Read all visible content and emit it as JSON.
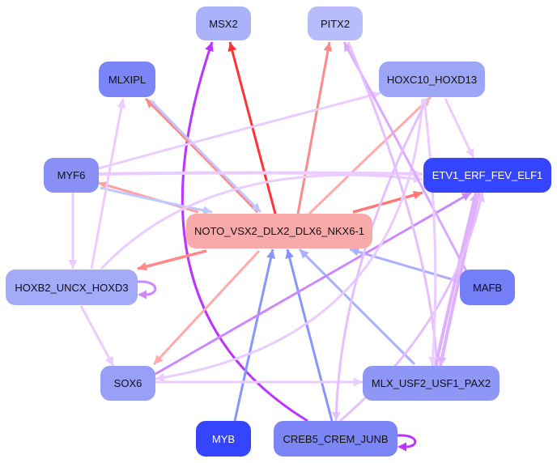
{
  "nodes": [
    {
      "id": "MSX2",
      "label": "MSX2",
      "color": "#aab2fa"
    },
    {
      "id": "PITX2",
      "label": "PITX2",
      "color": "#b8bcfb"
    },
    {
      "id": "MLXIPL",
      "label": "MLXIPL",
      "color": "#7b85f7"
    },
    {
      "id": "HOXC10",
      "label": "HOXC10_HOXD13",
      "color": "#9da5f7"
    },
    {
      "id": "MYF6",
      "label": "MYF6",
      "color": "#8890f6"
    },
    {
      "id": "ETV1",
      "label": "ETV1_ERF_FEV_ELF1",
      "color": "#3545fe"
    },
    {
      "id": "NOTO",
      "label": "NOTO_VSX2_DLX2_DLX6_NKX6-1",
      "color": "#f8aaaa"
    },
    {
      "id": "HOXB2",
      "label": "HOXB2_UNCX_HOXD3",
      "color": "#a3aaf8"
    },
    {
      "id": "MAFB",
      "label": "MAFB",
      "color": "#747ef6"
    },
    {
      "id": "SOX6",
      "label": "SOX6",
      "color": "#979ff6"
    },
    {
      "id": "MLX",
      "label": "MLX_USF2_USF1_PAX2",
      "color": "#8f97f6"
    },
    {
      "id": "MYB",
      "label": "MYB",
      "color": "#3545fe"
    },
    {
      "id": "CREB5",
      "label": "CREB5_CREM_JUNB",
      "color": "#7b85f6"
    }
  ],
  "edges": [
    {
      "source": "NOTO",
      "target": "MSX2",
      "color": "#ff3333"
    },
    {
      "source": "CREB5",
      "target": "MSX2",
      "color": "#bb33ff"
    },
    {
      "source": "NOTO",
      "target": "PITX2",
      "color": "#ff8888"
    },
    {
      "source": "NOTO",
      "target": "MLXIPL",
      "color": "#ff8888"
    },
    {
      "source": "MLXIPL",
      "target": "NOTO",
      "color": "#c0c8ff"
    },
    {
      "source": "NOTO",
      "target": "HOXC10",
      "color": "#ffaaaa"
    },
    {
      "source": "NOTO",
      "target": "ETV1",
      "color": "#ff7777"
    },
    {
      "source": "NOTO",
      "target": "MYF6",
      "color": "#ffa0a0"
    },
    {
      "source": "MYF6",
      "target": "NOTO",
      "color": "#c0c8ff"
    },
    {
      "source": "NOTO",
      "target": "HOXB2",
      "color": "#ff8888"
    },
    {
      "source": "NOTO",
      "target": "SOX6",
      "color": "#ffaaaa"
    },
    {
      "source": "MYB",
      "target": "NOTO",
      "color": "#8a94ff"
    },
    {
      "source": "CREB5",
      "target": "NOTO",
      "color": "#8a94ff"
    },
    {
      "source": "MLX",
      "target": "NOTO",
      "color": "#aab0ff"
    },
    {
      "source": "MAFB",
      "target": "NOTO",
      "color": "#aab0ff"
    },
    {
      "source": "MYF6",
      "target": "ETV1",
      "color": "#eaccff"
    },
    {
      "source": "MYF6",
      "target": "HOXB2",
      "color": "#eaccff"
    },
    {
      "source": "HOXB2",
      "target": "MLXIPL",
      "color": "#eaccff"
    },
    {
      "source": "HOXB2",
      "target": "ETV1",
      "color": "#eaccff"
    },
    {
      "source": "MYF6",
      "target": "HOXC10",
      "color": "#eaccff"
    },
    {
      "source": "HOXB2",
      "target": "HOXB2",
      "color": "#cc88ff"
    },
    {
      "source": "HOXB2",
      "target": "SOX6",
      "color": "#eaccff"
    },
    {
      "source": "SOX6",
      "target": "MLX",
      "color": "#eaccff"
    },
    {
      "source": "SOX6",
      "target": "ETV1",
      "color": "#cc88ff"
    },
    {
      "source": "HOXC10",
      "target": "SOX6",
      "color": "#eaccff"
    },
    {
      "source": "MAFB",
      "target": "PITX2",
      "color": "#dda8ff"
    },
    {
      "source": "HOXC10",
      "target": "CREB5",
      "color": "#e4c0ff"
    },
    {
      "source": "PITX2",
      "target": "MLX",
      "color": "#e4c0ff"
    },
    {
      "source": "MLX",
      "target": "ETV1",
      "color": "#e0b0ff"
    },
    {
      "source": "ETV1",
      "target": "MLX",
      "color": "#e0b0ff"
    },
    {
      "source": "CREB5",
      "target": "ETV1",
      "color": "#e4c0ff"
    },
    {
      "source": "HOXC10",
      "target": "ETV1",
      "color": "#eaccff"
    },
    {
      "source": "CREB5",
      "target": "CREB5",
      "color": "#bb33ff"
    },
    {
      "source": "HOXC10",
      "target": "MLX",
      "color": "#eaccff"
    }
  ]
}
